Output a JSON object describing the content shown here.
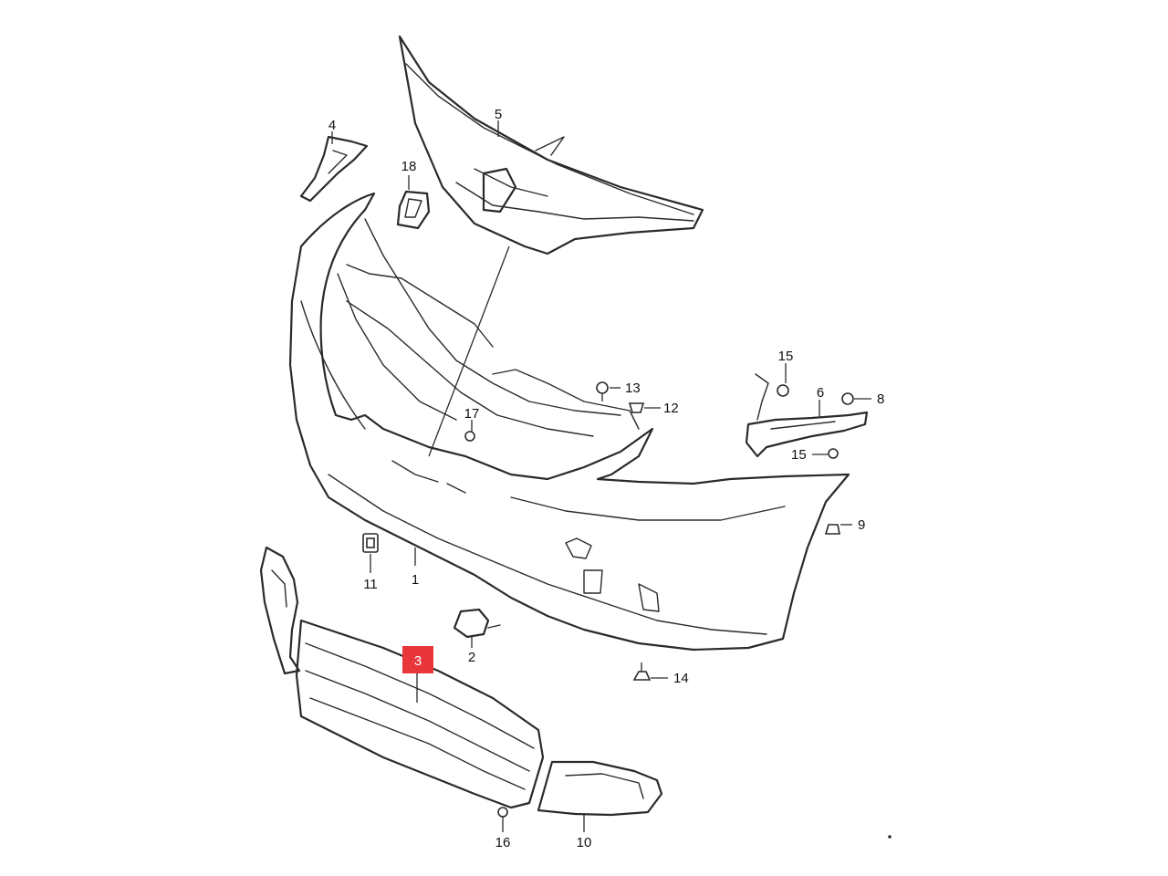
{
  "callouts": [
    {
      "id": "1",
      "label": "1"
    },
    {
      "id": "2",
      "label": "2"
    },
    {
      "id": "3",
      "label": "3",
      "highlighted": true
    },
    {
      "id": "4",
      "label": "4"
    },
    {
      "id": "5",
      "label": "5"
    },
    {
      "id": "6",
      "label": "6"
    },
    {
      "id": "8",
      "label": "8"
    },
    {
      "id": "9",
      "label": "9"
    },
    {
      "id": "10",
      "label": "10"
    },
    {
      "id": "11",
      "label": "11"
    },
    {
      "id": "12",
      "label": "12"
    },
    {
      "id": "13",
      "label": "13"
    },
    {
      "id": "14",
      "label": "14"
    },
    {
      "id": "15a",
      "label": "15"
    },
    {
      "id": "15b",
      "label": "15"
    },
    {
      "id": "16",
      "label": "16"
    },
    {
      "id": "17",
      "label": "17"
    },
    {
      "id": "18",
      "label": "18"
    }
  ],
  "colors": {
    "line": "#2a2a2a",
    "highlight": "#e8363a",
    "background": "#ffffff"
  }
}
